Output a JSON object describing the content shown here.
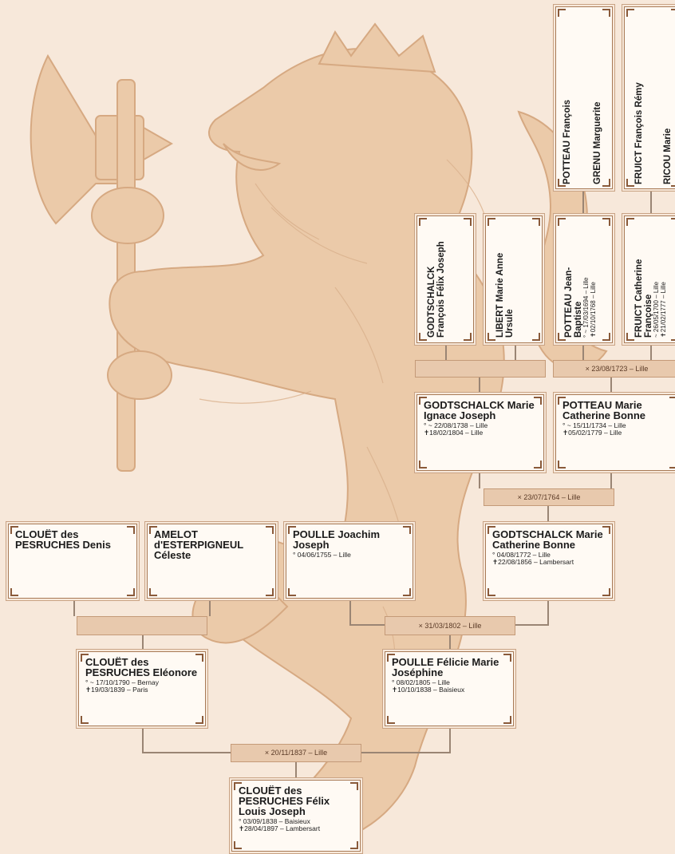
{
  "people": {
    "potteau_francois": {
      "name": "POTTEAU François"
    },
    "grenu": {
      "name": "GRENU Marguerite"
    },
    "fruict_remy": {
      "name": "FRUICT François Rémy"
    },
    "ricou": {
      "name": "RICOU Marie"
    },
    "godtschalck_ff": {
      "name": "GODTSCHALCK François Félix Joseph"
    },
    "libert": {
      "name": "LIBERT Marie Anne Ursule"
    },
    "potteau_jb": {
      "name": "POTTEAU Jean-Baptiste",
      "birth": "° ~ 17/03/1694 – Lille",
      "death": "✝02/10/1768 – Lille"
    },
    "fruict_cf": {
      "name": "FRUICT Catherine Françoise",
      "birth": "~ 26/05/1700 – Lille",
      "death": "✝21/02/1777 – Lille"
    },
    "godtschalck_mij": {
      "name": "GODTSCHALCK Marie Ignace Joseph",
      "birth": "° ~ 22/08/1738 – Lille",
      "death": "✝18/02/1804 – Lille"
    },
    "potteau_mcb": {
      "name": "POTTEAU Marie Catherine Bonne",
      "birth": "° ~ 15/11/1734 – Lille",
      "death": "✝05/02/1779 – Lille"
    },
    "clouet_denis": {
      "name": "CLOUËT des PESRUCHES Denis"
    },
    "amelot": {
      "name": "AMELOT d'ESTERPIGNEUL Céleste"
    },
    "poulle_jj": {
      "name": "POULLE Joachim Joseph",
      "birth": "° 04/06/1755 – Lille"
    },
    "godtschalck_mcb": {
      "name": "GODTSCHALCK Marie Catherine Bonne",
      "birth": "° 04/08/1772 – Lille",
      "death": "✝22/08/1856 – Lambersart"
    },
    "clouet_eleonore": {
      "name": "CLOUËT des PESRUCHES Eléonore",
      "birth": "° ~ 17/10/1790 – Bernay",
      "death": "✝19/03/1839 – Paris"
    },
    "poulle_fmj": {
      "name": "POULLE Félicie Marie Joséphine",
      "birth": "° 08/02/1805 – Lille",
      "death": "✝10/10/1838 – Baisieux"
    },
    "clouet_flj": {
      "name": "CLOUËT des PESRUCHES Félix Louis Joseph",
      "birth": "° 03/09/1838 – Baisieux",
      "death": "✝28/04/1897 – Lambersart"
    }
  },
  "marriages": {
    "m1723": "× 23/08/1723 – Lille",
    "m1764": "× 23/07/1764 – Lille",
    "m1802": "× 31/03/1802 – Lille",
    "m1837": "× 20/11/1837 – Lille",
    "blank1": "",
    "blank2": ""
  },
  "colors": {
    "background": "#f7e8da",
    "lion": "#e6c09c",
    "card": "#fffaf4",
    "bar": "#e8c9ad",
    "border": "#a87a56"
  },
  "icons": [
    "lion-rampant-crest",
    "axe-icon"
  ]
}
